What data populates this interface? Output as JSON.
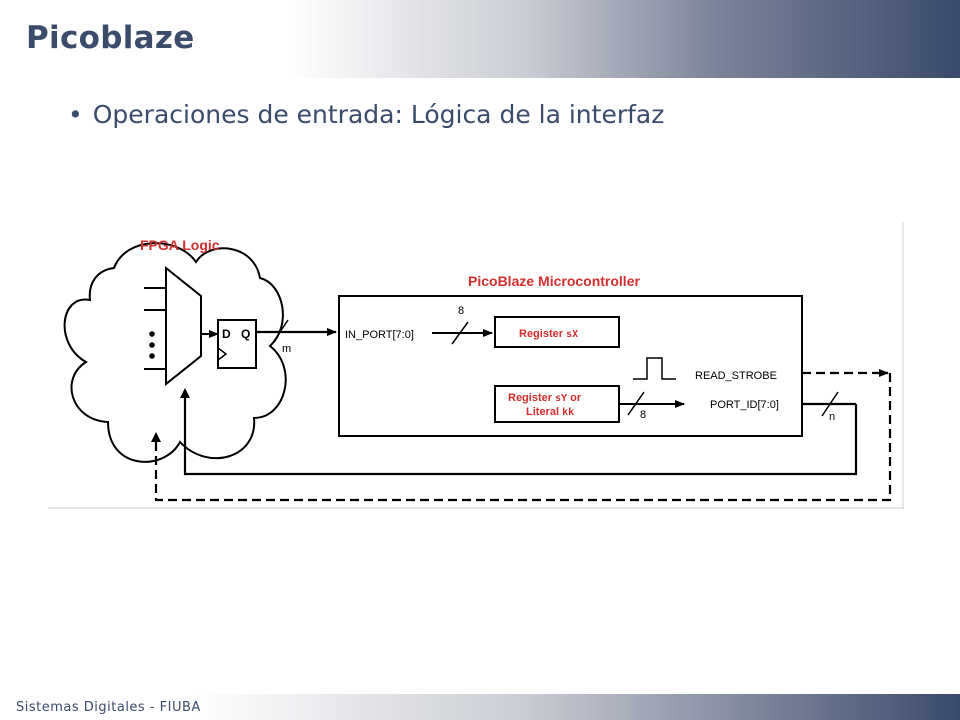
{
  "slide": {
    "title": "Picoblaze",
    "bullet": "Operaciones de entrada: Lógica de la interfaz",
    "footer": "Sistemas Digitales - FIUBA"
  },
  "diagram": {
    "fpga_logic_label": "FPGA Logic",
    "microcontroller_label": "PicoBlaze Microcontroller",
    "ff_d": "D",
    "ff_q": "Q",
    "bus_m": "m",
    "bus_8_top": "8",
    "in_port": "IN_PORT[7:0]",
    "register_sx_prefix": "Register ",
    "register_sx_var": "sX",
    "register_sy_line1_prefix": "Register ",
    "register_sy_var": "sY",
    "register_sy_line1_suffix": " or",
    "register_sy_line2_prefix": "Literal ",
    "register_sy_line2_var": "kk",
    "bus_8_bottom": "8",
    "read_strobe": "READ_STROBE",
    "port_id": "PORT_ID[7:0]",
    "bus_n": "n",
    "colors": {
      "label_red": "#d32f2f",
      "line": "#000000",
      "box_fill": "#ffffff"
    }
  }
}
